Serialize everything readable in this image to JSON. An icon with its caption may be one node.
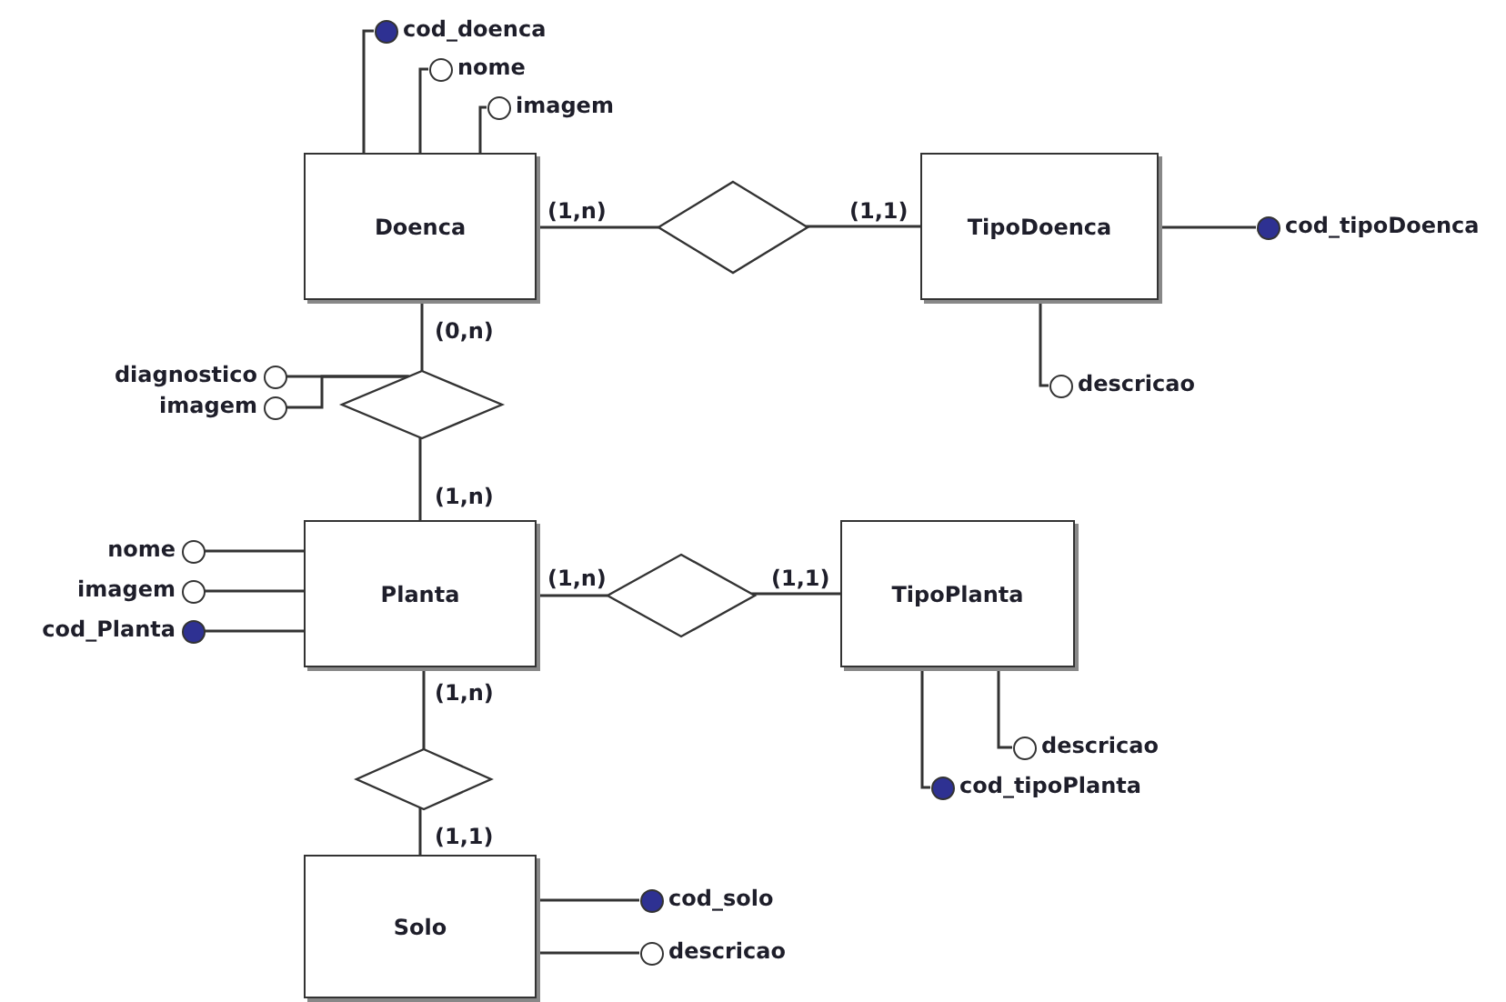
{
  "diagram": {
    "nodes": [
      {
        "text": [],
        "shape": "circle",
        "beside": [
          "cod_doenca"
        ]
      },
      {
        "text": [],
        "shape": "circle",
        "beside": [
          "nome"
        ]
      },
      {
        "text": [],
        "shape": "circle",
        "beside": [
          "imagem"
        ]
      },
      {
        "text": [
          "Doenca"
        ]
      },
      {
        "text": [],
        "shape": "diamond"
      },
      {
        "text": [
          "TipoDoenca"
        ]
      },
      {
        "text": [],
        "shape": "circle",
        "beside": [
          "cod_tipoDoenca"
        ]
      },
      {
        "text": [],
        "shape": "circle",
        "beside": [
          "descricao"
        ]
      },
      {
        "text": [],
        "shape": "circle",
        "beside": [
          "diagnostico"
        ]
      },
      {
        "text": [],
        "shape": "circle",
        "beside": [
          "imagem"
        ]
      },
      {
        "text": [],
        "shape": "diamond"
      },
      {
        "text": [],
        "shape": "circle",
        "beside": [
          "nome"
        ]
      },
      {
        "text": [],
        "shape": "circle",
        "beside": [
          "imagem"
        ]
      },
      {
        "text": [],
        "shape": "circle",
        "beside": [
          "cod_Planta"
        ]
      },
      {
        "text": [
          "Planta"
        ]
      },
      {
        "text": [],
        "shape": "diamond"
      },
      {
        "text": [
          "TipoPlanta"
        ]
      },
      {
        "text": [],
        "shape": "circle",
        "beside": [
          "descricao"
        ]
      },
      {
        "text": [],
        "shape": "circle",
        "beside": [
          "cod_tipoPlanta"
        ]
      },
      {
        "text": [],
        "shape": "diamond"
      },
      {
        "text": [
          "Solo"
        ]
      },
      {
        "text": [],
        "shape": "circle",
        "beside": [
          "cod_solo"
        ]
      },
      {
        "text": [],
        "shape": "circle",
        "beside": [
          "descricao"
        ]
      }
    ],
    "edges": [
      {
        "from": 3,
        "to": 4,
        "arrow": "none",
        "label": "(1,n)"
      },
      {
        "from": 4,
        "to": 5,
        "arrow": "none",
        "label": "(1,1)"
      },
      {
        "from": 3,
        "to": 10,
        "arrow": "none",
        "label": "(0,n)"
      },
      {
        "from": 10,
        "to": 14,
        "arrow": "none",
        "label": "(1,n)"
      },
      {
        "from": 14,
        "to": 15,
        "arrow": "none",
        "label": "(1,n)"
      },
      {
        "from": 15,
        "to": 16,
        "arrow": "none",
        "label": "(1,1)"
      },
      {
        "from": 14,
        "to": 19,
        "arrow": "none",
        "label": "(1,n)"
      },
      {
        "from": 19,
        "to": 20,
        "arrow": "none",
        "label": "(1,1)"
      },
      {
        "from": 3,
        "to": 0,
        "arrow": "none"
      },
      {
        "from": 3,
        "to": 1,
        "arrow": "none"
      },
      {
        "from": 3,
        "to": 2,
        "arrow": "none"
      },
      {
        "from": 5,
        "to": 6,
        "arrow": "none"
      },
      {
        "from": 5,
        "to": 7,
        "arrow": "none"
      },
      {
        "from": 10,
        "to": 8,
        "arrow": "none"
      },
      {
        "from": 10,
        "to": 9,
        "arrow": "none"
      },
      {
        "from": 14,
        "to": 11,
        "arrow": "none"
      },
      {
        "from": 14,
        "to": 12,
        "arrow": "none"
      },
      {
        "from": 14,
        "to": 13,
        "arrow": "none"
      },
      {
        "from": 16,
        "to": 17,
        "arrow": "none"
      },
      {
        "from": 16,
        "to": 18,
        "arrow": "none"
      },
      {
        "from": 20,
        "to": 21,
        "arrow": "none"
      },
      {
        "from": 20,
        "to": 22,
        "arrow": "none"
      }
    ]
  }
}
